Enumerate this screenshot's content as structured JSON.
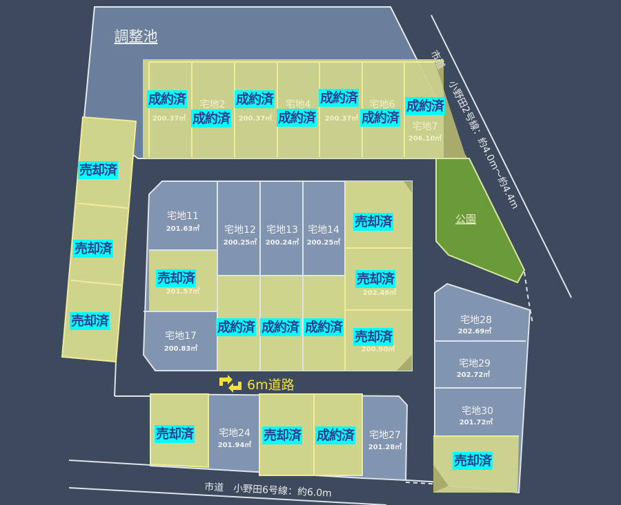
{
  "colors": {
    "background": "#3d4a5e",
    "pond": "#6a7f9c",
    "available_lot": "#8194b0",
    "sold_overlay": "#d6dc8e",
    "park": "#6a9a3a",
    "badge": "#00ffff",
    "badge_text": "#2a3c8c",
    "road_label": "#f0e040"
  },
  "labels": {
    "pond": "調整池",
    "park": "公園",
    "road_inner": "6m道路",
    "road_inner_icon": "turn-arrows-icon",
    "road_right_prefix": "市道",
    "road_right": "小野田2号線：約4.0m～約4.4m",
    "road_bottom": "市道　小野田6号線：約6.0m"
  },
  "status": {
    "contracted": "成約済",
    "sold": "売却済"
  },
  "lots": {
    "l2": {
      "name": "宅地2",
      "status": "成約済"
    },
    "l1": {
      "area": "200.37㎡",
      "status": "成約済"
    },
    "l3": {
      "area": "200.37㎡",
      "status": "成約済"
    },
    "l4": {
      "name": "宅地4",
      "status": "成約済"
    },
    "l5": {
      "area": "200.37㎡",
      "status": "成約済"
    },
    "l6": {
      "name": "宅地6",
      "status": "成約済"
    },
    "l7": {
      "name": "宅地7",
      "area": "206.10㎡",
      "status": "成約済"
    },
    "l8": {
      "status": "売却済"
    },
    "l9": {
      "status": "売却済"
    },
    "l10": {
      "status": "売却済"
    },
    "l11": {
      "name": "宅地11",
      "area": "201.63㎡"
    },
    "l12": {
      "name": "宅地12",
      "area": "200.25㎡"
    },
    "l13": {
      "name": "宅地13",
      "area": "200.24㎡"
    },
    "l14": {
      "name": "宅地14",
      "area": "200.25㎡"
    },
    "l15": {
      "status": "売却済"
    },
    "l16": {
      "area": "201.57㎡",
      "status": "売却済"
    },
    "l17": {
      "name": "宅地17",
      "area": "200.83㎡"
    },
    "l18": {
      "status": "成約済"
    },
    "l19": {
      "status": "成約済"
    },
    "l20": {
      "status": "成約済"
    },
    "l21": {
      "area": "202.46㎡",
      "status": "売却済"
    },
    "l22": {
      "area": "200.90㎡",
      "status": "売却済"
    },
    "l23": {
      "status": "売却済"
    },
    "l24": {
      "name": "宅地24",
      "area": "201.94㎡"
    },
    "l25": {
      "status": "売却済"
    },
    "l26": {
      "status": "成約済"
    },
    "l27": {
      "name": "宅地27",
      "area": "201.28㎡"
    },
    "l28": {
      "name": "宅地28",
      "area": "202.69㎡"
    },
    "l29": {
      "name": "宅地29",
      "area": "202.72㎡"
    },
    "l30": {
      "name": "宅地30",
      "area": "201.72㎡"
    },
    "l31": {
      "status": "売却済"
    }
  }
}
